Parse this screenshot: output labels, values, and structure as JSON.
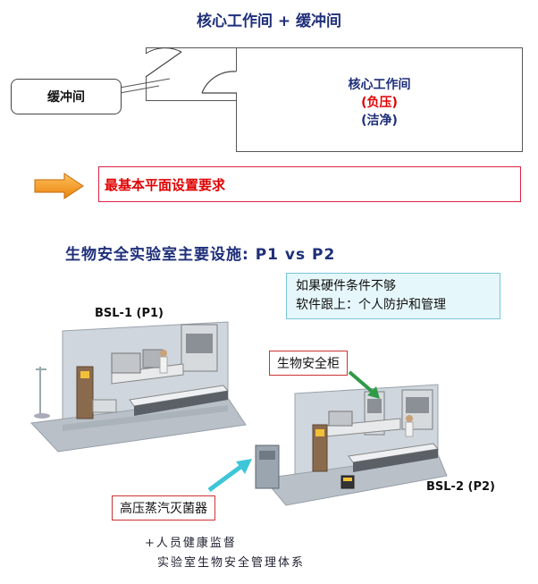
{
  "header": {
    "title": "核心工作间 + 缓冲间"
  },
  "floorplan": {
    "core_title": "核心工作间",
    "core_pressure": "(负压)",
    "core_clean": "(洁净)",
    "buffer_label": "缓冲间"
  },
  "requirement": {
    "text": "最基本平面设置要求"
  },
  "section": {
    "title": "生物安全实验室主要设施: P1 vs P2"
  },
  "note": {
    "line1": "如果硬件条件不够",
    "line2": "软件跟上：个人防护和管理"
  },
  "labels": {
    "bsl1": "BSL-1 (P1)",
    "bsl2": "BSL-2 (P2)",
    "biosafety_cabinet": "生物安全柜",
    "autoclave": "高压蒸汽灭菌器"
  },
  "footer": {
    "line1": "+人员健康监督",
    "line2": "实验室生物安全管理体系"
  },
  "colors": {
    "title_blue": "#1f2f7a",
    "red": "#e00000",
    "arrow_orange": "#f39a1e",
    "note_bg": "#e6f7fb",
    "pointer_cyan": "#3ec6d8",
    "pointer_green": "#2f9a47"
  }
}
